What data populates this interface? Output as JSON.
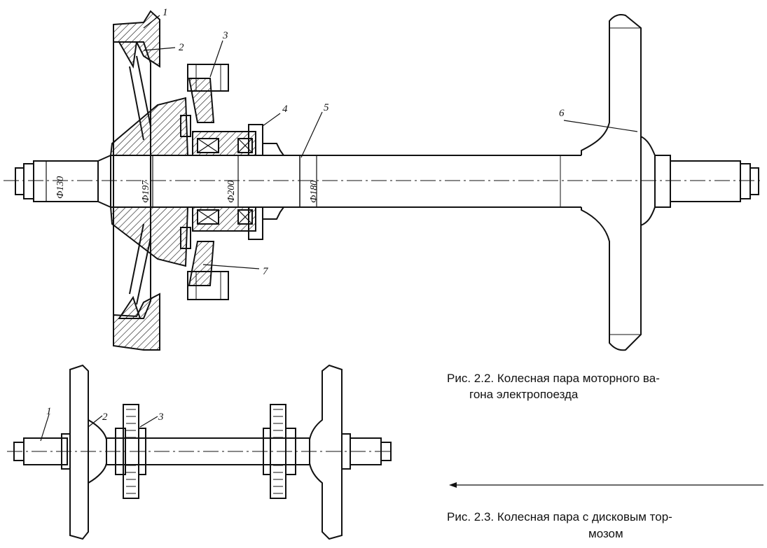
{
  "figure_2_2": {
    "caption_line1": "Рис. 2.2. Колесная пара моторного ва-",
    "caption_line2": "гона электропоезда",
    "callouts": [
      "1",
      "2",
      "3",
      "4",
      "5",
      "6",
      "7"
    ],
    "dimensions": [
      "Ф130",
      "Ф197",
      "Ф200",
      "Ф180"
    ]
  },
  "figure_2_3": {
    "caption_line1": "Рис. 2.3. Колесная пара с дисковым тор-",
    "caption_line2": "мозом",
    "callouts": [
      "1",
      "2",
      "3"
    ]
  },
  "colors": {
    "ink": "#111111",
    "paper": "#ffffff"
  }
}
